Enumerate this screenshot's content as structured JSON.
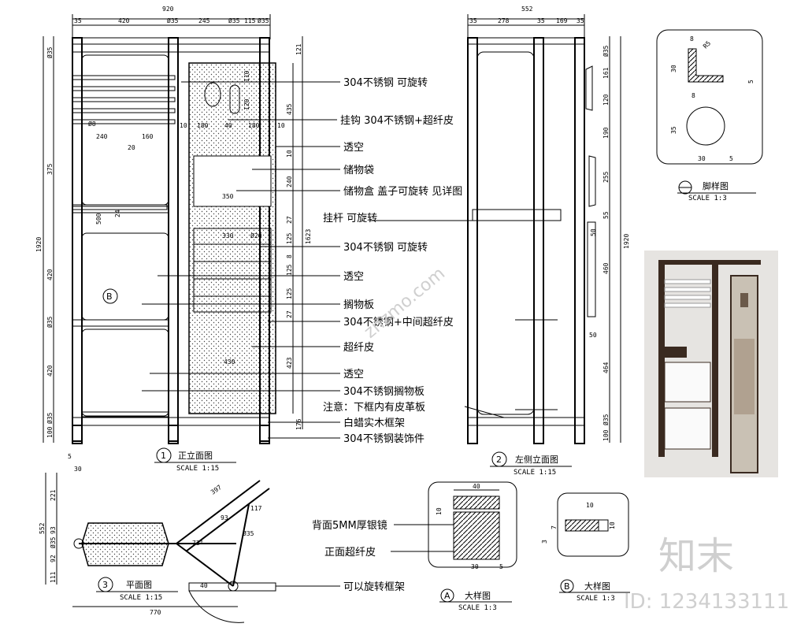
{
  "views": {
    "front": {
      "number": "1",
      "title": "正立面图",
      "scale": "SCALE 1:15"
    },
    "side": {
      "number": "2",
      "title": "左侧立面图",
      "scale": "SCALE 1:15"
    },
    "plan": {
      "number": "3",
      "title": "平面图",
      "scale": "SCALE 1:15"
    },
    "detailA": {
      "letter": "A",
      "title": "大样图",
      "scale": "SCALE 1:3"
    },
    "detailB": {
      "letter": "B",
      "title": "大样图",
      "scale": "SCALE 1:3"
    },
    "foot": {
      "title": "脚样图",
      "scale": "SCALE 1:3"
    }
  },
  "labels": {
    "l1": "304不锈钢 可旋转",
    "l2": "挂钩 304不锈钢+超纤皮",
    "l3": "透空",
    "l4": "储物袋",
    "l5": "储物盒 盖子可旋转 见详图",
    "l6": "挂杆 可旋转",
    "l7": "304不锈钢 可旋转",
    "l8": "透空",
    "l9": "搁物板",
    "l10": "304不锈钢+中间超纤皮",
    "l11": "超纤皮",
    "l12": "透空",
    "l13": "304不锈钢搁物板",
    "l14": "注意：下框内有皮革板",
    "l15": "白蜡实木框架",
    "l16": "304不锈钢装饰件",
    "l17": "背面5MM厚银镜",
    "l18": "正面超纤皮",
    "l19": "可以旋转框架"
  },
  "dims": {
    "front_top": [
      "920",
      "420",
      "Ø35",
      "245",
      "Ø35",
      "115",
      "Ø35",
      "35"
    ],
    "front_left": [
      "1920",
      "375",
      "420",
      "420",
      "100",
      "Ø35",
      "Ø35",
      "Ø35"
    ],
    "front_inner": [
      "240",
      "160",
      "20",
      "10",
      "180",
      "40",
      "180",
      "10",
      "Ø8",
      "500",
      "24",
      "350",
      "330",
      "Ø20",
      "430",
      "120",
      "110"
    ],
    "front_right": [
      "121",
      "435",
      "10",
      "240",
      "27",
      "125",
      "8",
      "125",
      "125",
      "27",
      "423",
      "176",
      "1623"
    ],
    "front_bottom": [
      "5",
      "30"
    ],
    "side_top": [
      "552",
      "35",
      "278",
      "35",
      "169",
      "35"
    ],
    "side_right": [
      "Ø35",
      "161",
      "120",
      "190",
      "255",
      "55",
      "460",
      "464",
      "Ø35",
      "100",
      "1920",
      "50",
      "50"
    ],
    "plan_dims": [
      "552",
      "221",
      "93",
      "Ø35",
      "92",
      "111",
      "770",
      "397",
      "117",
      "72°",
      "93",
      "Ø35",
      "40"
    ],
    "foot_dims": [
      "8",
      "R5",
      "30",
      "5",
      "8",
      "35",
      "30",
      "5"
    ],
    "detailA_dims": [
      "40",
      "10",
      "30",
      "5"
    ],
    "detailB_dims": [
      "10",
      "3",
      "7",
      "10"
    ]
  },
  "watermark": {
    "brand": "知末",
    "id": "ID: 1234133111",
    "site": "znzmo.com"
  }
}
